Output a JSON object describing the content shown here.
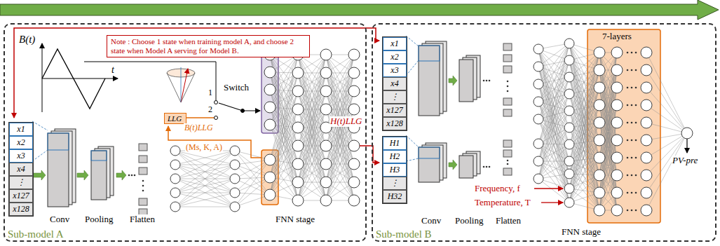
{
  "diagram": {
    "nodes": [
      {
        "text": [
          "Sub-model A"
        ]
      },
      {
        "text": [
          "Note : Choose 1 state when training model A, and choose 2 state when Model A serving for Model B."
        ],
        "in": 0
      },
      {
        "text": [
          "LLG"
        ],
        "in": 0
      },
      {
        "text": [
          "x1",
          "x2",
          "x3",
          "x4",
          "⋮",
          "x127",
          "x128"
        ],
        "in": 0
      },
      {
        "text": [
          "Sub-model B"
        ]
      },
      {
        "text": [
          "x1",
          "x2",
          "x3",
          "x4",
          "⋮",
          "x127",
          "x128"
        ],
        "in": 4
      },
      {
        "text": [
          "H1",
          "H2",
          "H3",
          "⋮",
          "H32"
        ],
        "in": 4
      }
    ],
    "edges": [],
    "labels": [
      "B(t)",
      "t",
      "Switch",
      "1",
      "2",
      "B(t)LLG",
      "(Ms, K, A)",
      "Conv",
      "Pooling",
      "Flatten",
      "FNN stage",
      "H(t)LLG",
      "Conv",
      "Pooling",
      "Flatten",
      "7-layers",
      "Frequency, f",
      "Temperature, T",
      "FNN stage",
      "PV-pre"
    ]
  }
}
